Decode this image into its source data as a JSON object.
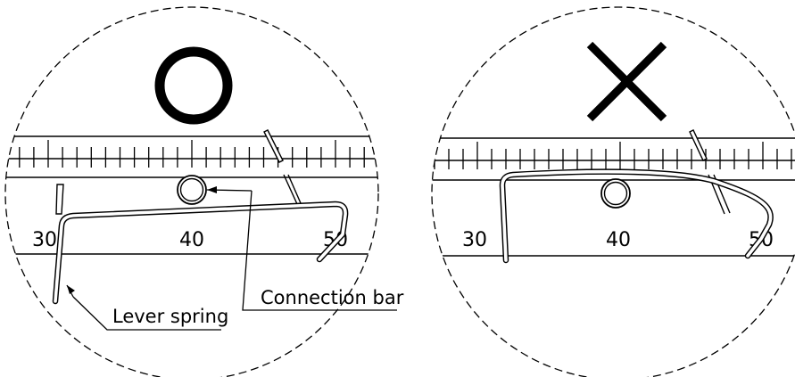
{
  "correct_panel": {
    "symbol": "correct-circle-mark",
    "scale_numbers": [
      "30",
      "40",
      "50"
    ],
    "labels": {
      "lever_spring": "Lever spring",
      "connection_bar": "Connection bar"
    }
  },
  "incorrect_panel": {
    "symbol": "incorrect-x-mark",
    "scale_numbers": [
      "30",
      "40",
      "50"
    ]
  },
  "colors": {
    "ink": "#000000",
    "background": "#ffffff"
  }
}
